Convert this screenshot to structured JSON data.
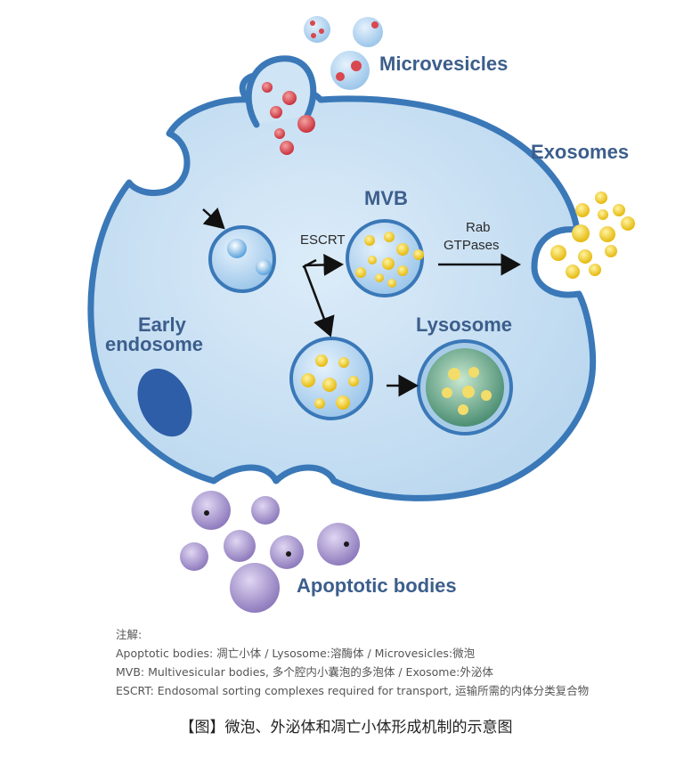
{
  "labels": {
    "microvesicles": "Microvesicles",
    "exosomes": "Exosomes",
    "mvb": "MVB",
    "escrt": "ESCRT",
    "rab_line1": "Rab",
    "rab_line2": "GTPases",
    "early_line1": "Early",
    "early_line2": "endosome",
    "lysosome": "Lysosome",
    "apoptotic": "Apoptotic bodies"
  },
  "notes": {
    "title": "注解:",
    "line1": "Apoptotic bodies: 凋亡小体 / Lysosome:溶酶体 / Microvesicles:微泡",
    "line2": "MVB: Multivesicular bodies, 多个腔内小囊泡的多泡体 / Exosome:外泌体",
    "line3": "ESCRT: Endosomal sorting complexes required for transport, 运输所需的内体分类复合物"
  },
  "caption": "【图】微泡、外泌体和凋亡小体形成机制的示意图",
  "colors": {
    "cell_fill": "#cfe4f5",
    "cell_stroke": "#3a78b8",
    "label_blue": "#3c5e8c",
    "microvesicle_red": "#d9474f",
    "exosome_yellow": "#f2cf1a",
    "apoptotic_purple": "#a795cf",
    "lysosome_green": "#6aa886",
    "nucleus_blue": "#2e5ea8"
  }
}
